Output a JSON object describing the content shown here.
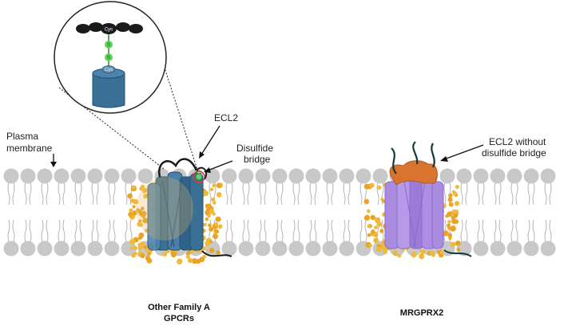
{
  "labels": {
    "plasma_membrane_line1": "Plasma",
    "plasma_membrane_line2": "membrane",
    "ecl2": "ECL2",
    "disulfide_line1": "Disulfide",
    "disulfide_line2": "bridge",
    "ecl2_without_line1": "ECL2 without",
    "ecl2_without_line2": "disulfide bridge",
    "left_receptor_line1": "Other  Family A",
    "left_receptor_line2": "GPCRs",
    "right_receptor": "MRGPRX2"
  },
  "inset": {
    "cys_top": "Cys",
    "cys_bottom": "Cys",
    "sulfur_1": "S",
    "sulfur_2": "S"
  },
  "colors": {
    "membrane_head": "#c8c8c8",
    "lipid_tail": "#b5b5b5",
    "gpcr_blue": "#3a6f96",
    "gpcr_blue_dark": "#244f70",
    "mrgprx2_purple": "#a98be0",
    "mrgprx2_orange": "#d8742f",
    "cholesterol_yellow": "#e9a425",
    "sulfur_green": "#5fd35f",
    "loop_black": "#1a1a1a"
  }
}
